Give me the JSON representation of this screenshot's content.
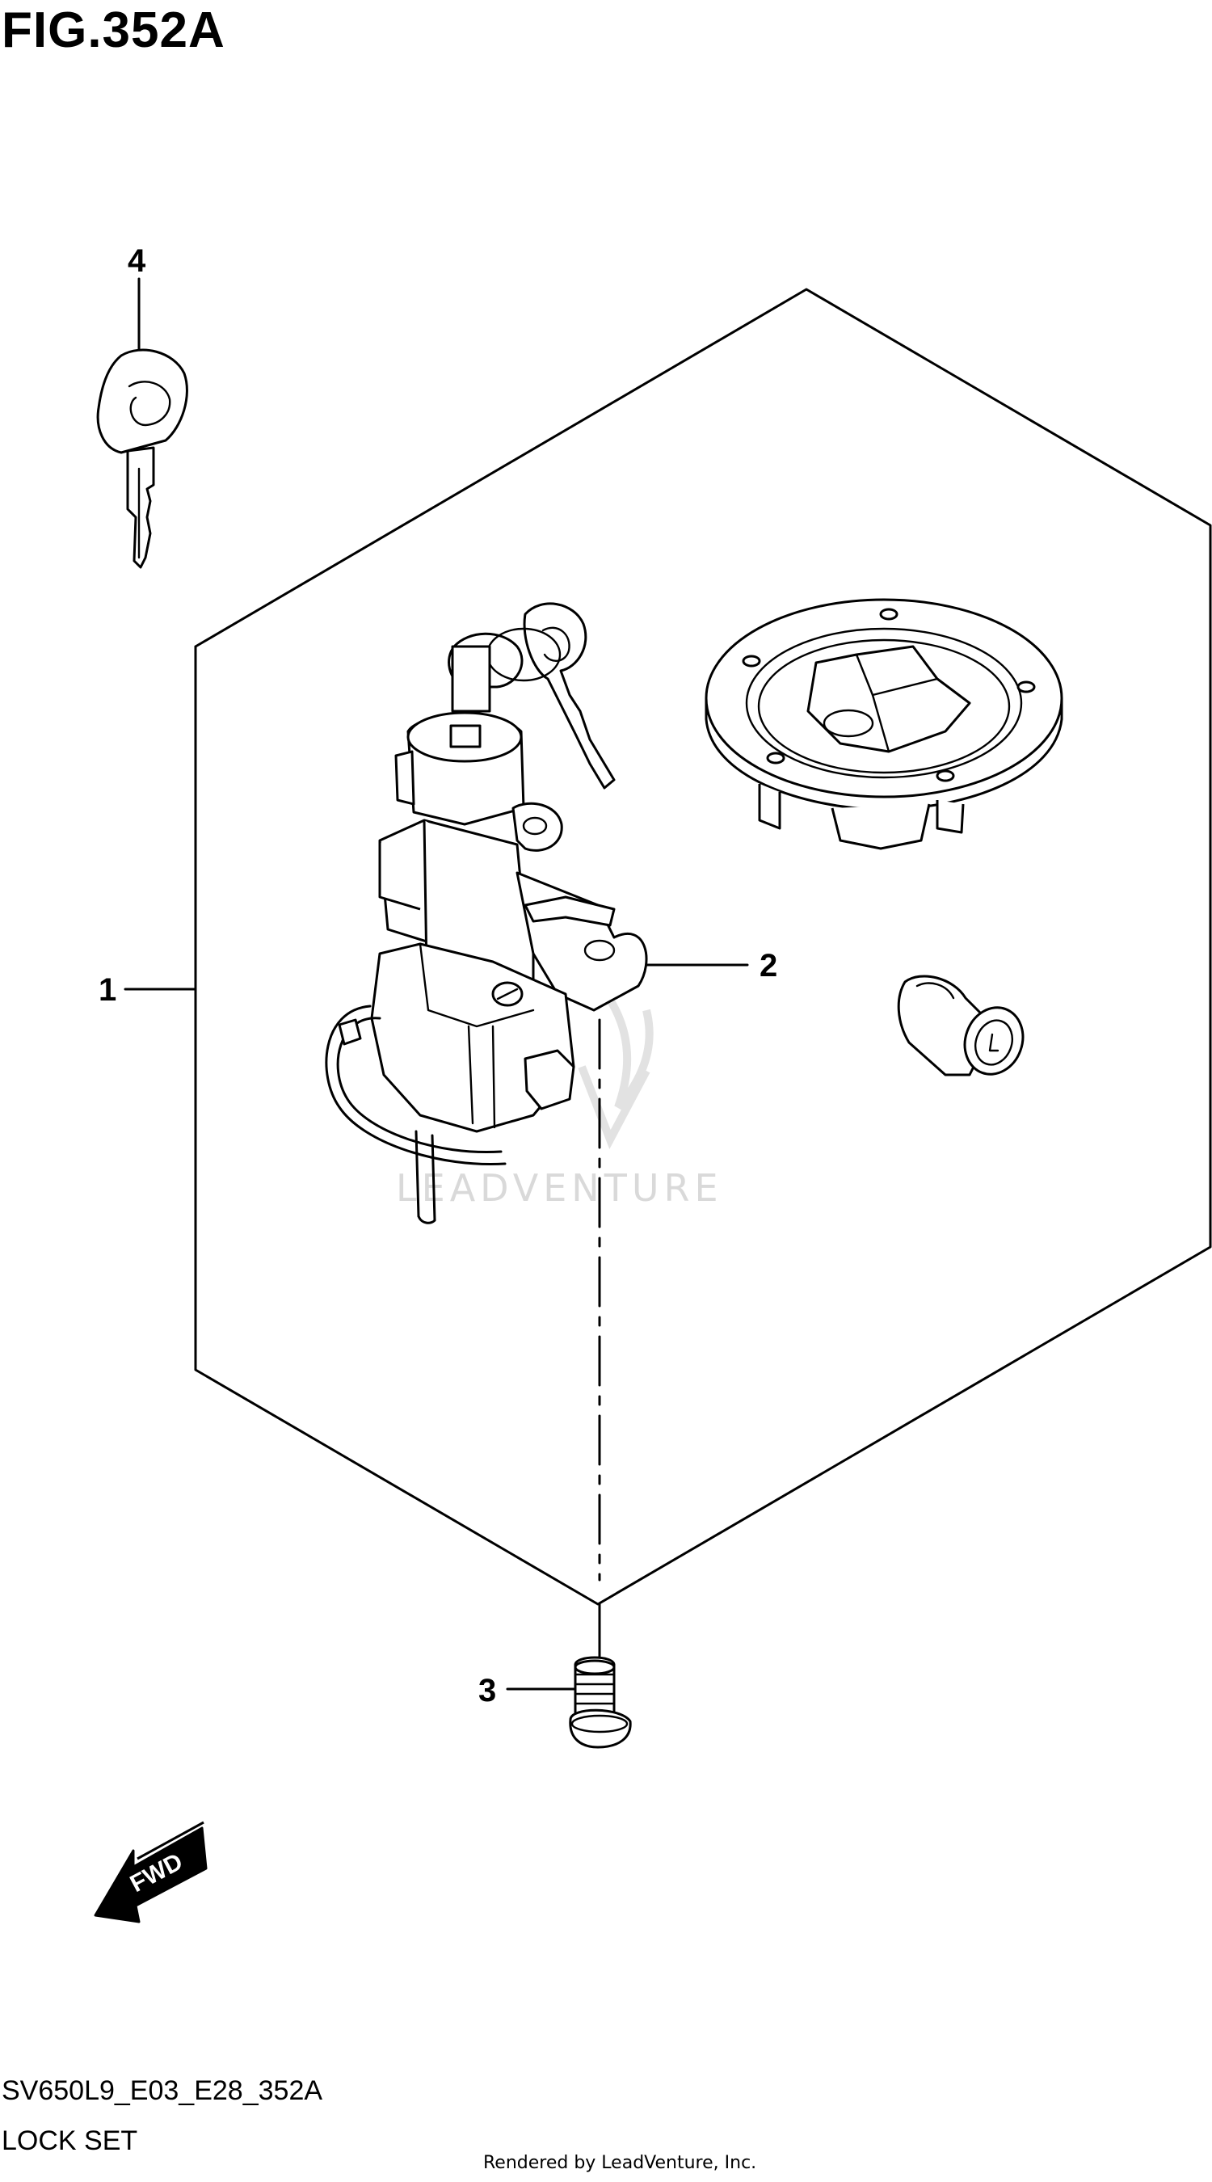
{
  "figure": {
    "title": "FIG.352A",
    "model_code": "SV650L9_E03_E28_352A",
    "assembly_name": "LOCK SET",
    "credit": "Rendered by LeadVenture, Inc.",
    "watermark": "LEADVENTURE",
    "fwd_label": "FWD"
  },
  "callouts": [
    {
      "number": "1",
      "part": "lock set"
    },
    {
      "number": "2",
      "part": "ignition switch"
    },
    {
      "number": "3",
      "part": "screw"
    },
    {
      "number": "4",
      "part": "key"
    }
  ],
  "colors": {
    "line": "#000000",
    "background": "#ffffff",
    "watermark": "#d9d9d9"
  }
}
